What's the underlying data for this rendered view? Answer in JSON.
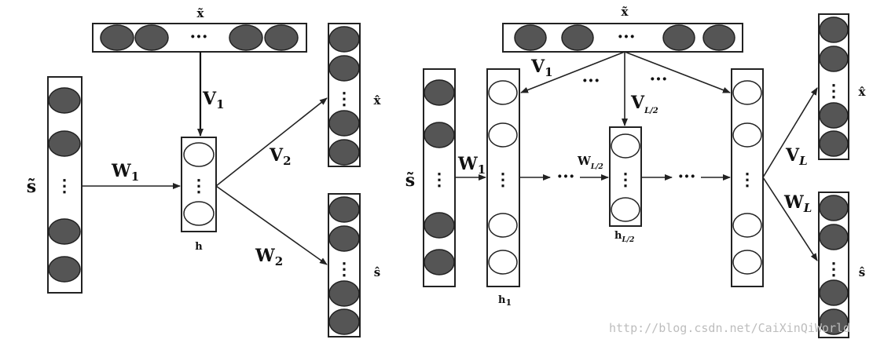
{
  "left": {
    "x_tilde": "x̃",
    "s_tilde": "s̃",
    "h": "h",
    "x_hat": "x̂",
    "s_hat": "ŝ",
    "V1": {
      "main": "V",
      "sub": "1"
    },
    "W1": {
      "main": "W",
      "sub": "1"
    },
    "V2": {
      "main": "V",
      "sub": "2"
    },
    "W2": {
      "main": "W",
      "sub": "2"
    },
    "ellipsis_h": "···",
    "ellipsis_v": "⋮"
  },
  "right": {
    "x_tilde": "x̃",
    "s_tilde": "s̃",
    "h1": {
      "main": "h",
      "sub": "1"
    },
    "hL2": {
      "main": "h",
      "sub": "L/2"
    },
    "x_hat": "x̂",
    "s_hat": "ŝ",
    "V1": {
      "main": "V",
      "sub": "1"
    },
    "W1": {
      "main": "W",
      "sub": "1"
    },
    "VL2": {
      "main": "V",
      "sub": "L/2"
    },
    "WL2": {
      "main": "W",
      "sub": "L/2"
    },
    "VL": {
      "main": "V",
      "sub": "L"
    },
    "WL": {
      "main": "W",
      "sub": "L"
    },
    "ellipsis_h": "···",
    "ellipsis_v": "⋮"
  },
  "watermark": "http://blog.csdn.net/CaiXinQiWorld",
  "colors": {
    "filled": "#555555",
    "stroke": "#222222"
  }
}
